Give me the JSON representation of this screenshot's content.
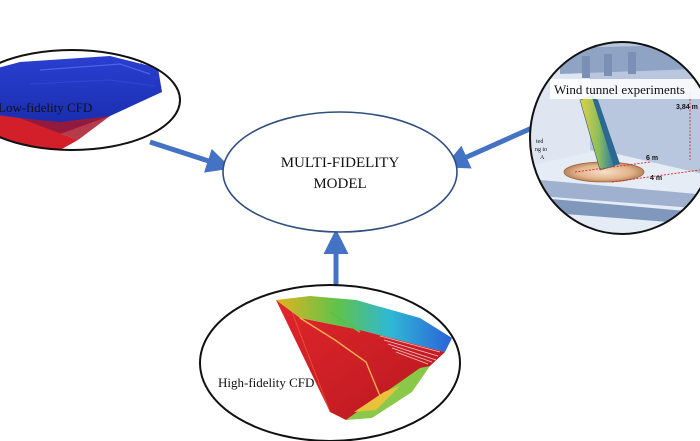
{
  "diagram": {
    "center": {
      "line1": "MULTI-FIDELITY",
      "line2": "MODEL"
    },
    "low_fidelity": {
      "label": "Low-fidelity CFD"
    },
    "wind_tunnel": {
      "label": "Wind tunnel experiments",
      "dim_height": "3,84 m",
      "dim_width": "6 m",
      "dim_depth": "4 m",
      "side_note": [
        "ted",
        "ng to",
        "A"
      ]
    },
    "high_fidelity": {
      "label": "High-fidelity CFD"
    }
  },
  "colors": {
    "arrow": "#4472c4",
    "ellipse_stroke": "#222222",
    "center_stroke": "#2f4f7f",
    "wing_blue": "#1b2fb3",
    "wing_red": "#d21f2a",
    "tunnel_blue": "#b9c7de",
    "dimension_red": "#d8262e"
  }
}
